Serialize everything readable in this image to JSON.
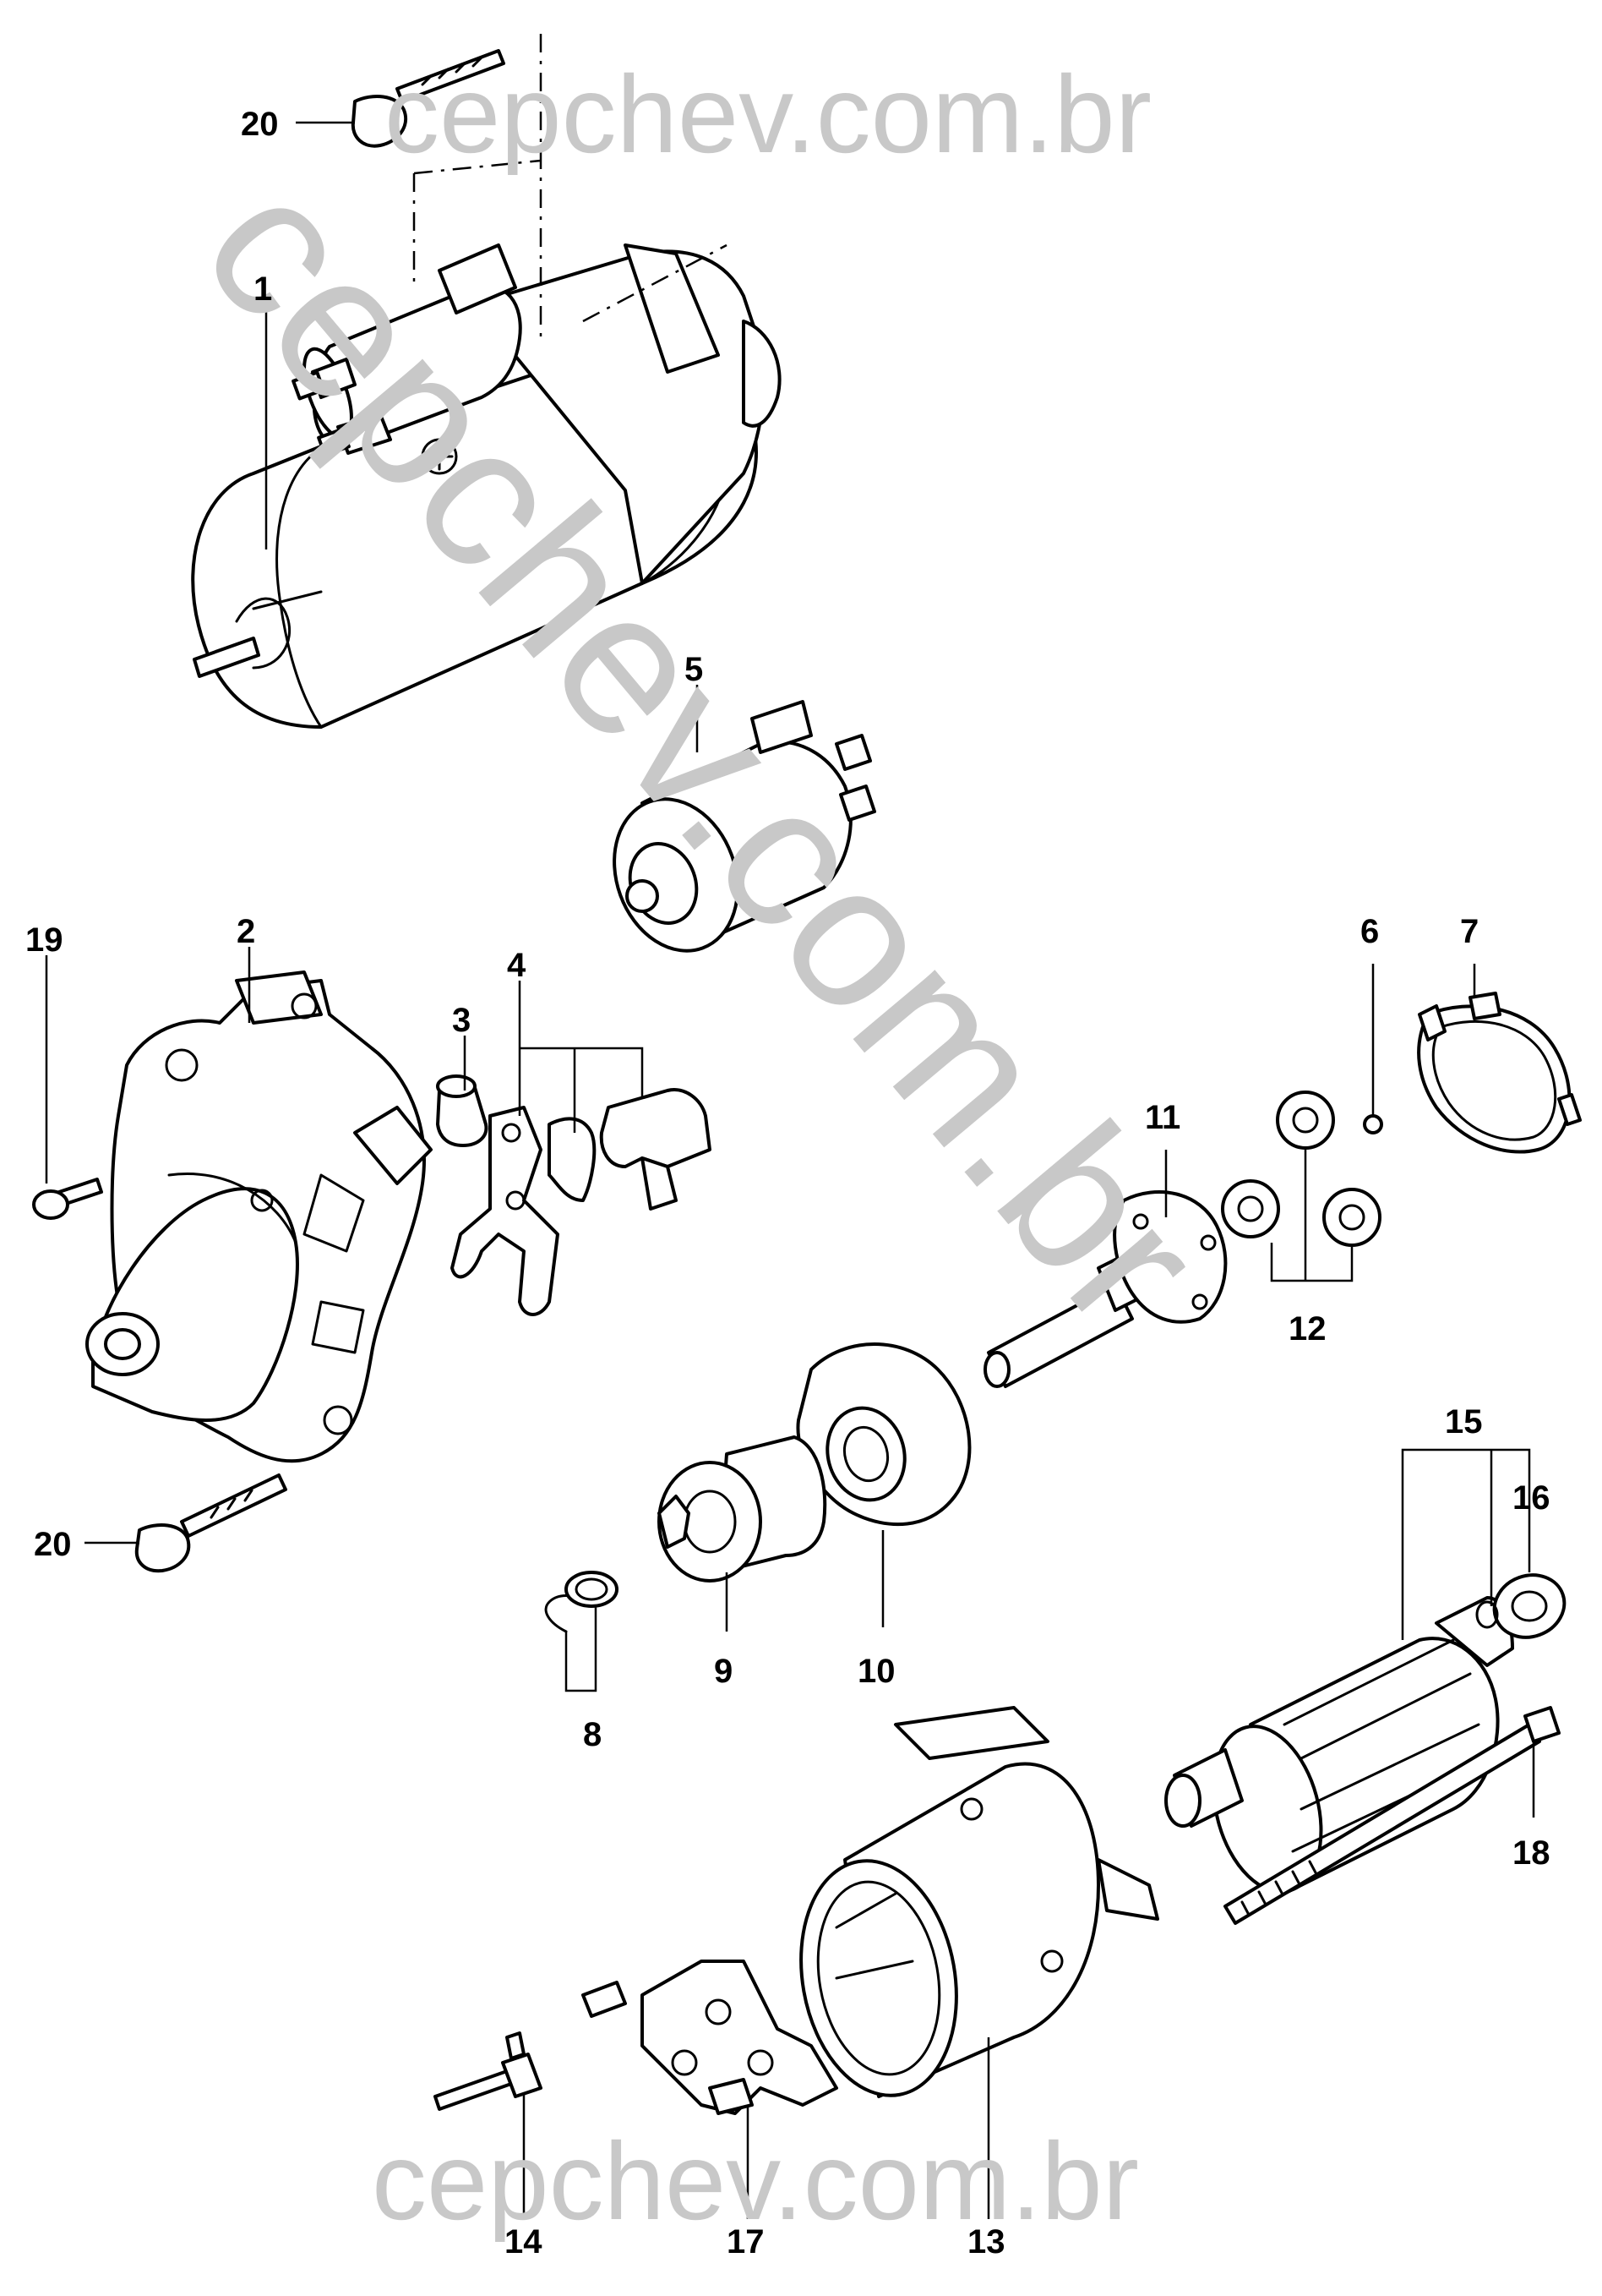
{
  "watermark": {
    "top": "cepchev.com.br",
    "diagonal": "cepchev.com.br",
    "bottom": "cepchev.com.br",
    "color": "#c8c8c8"
  },
  "callouts": {
    "c1": "1",
    "c2": "2",
    "c3": "3",
    "c4": "4",
    "c5": "5",
    "c6": "6",
    "c7": "7",
    "c8": "8",
    "c9": "9",
    "c10": "10",
    "c11": "11",
    "c12": "12",
    "c13": "13",
    "c14": "14",
    "c15": "15",
    "c16": "16",
    "c17": "17",
    "c18": "18",
    "c19": "19",
    "c20_top": "20",
    "c20_bottom": "20"
  },
  "parts": {
    "starter_assembly": "starter-motor",
    "solenoid": "solenoid-switch",
    "drive_end_housing": "drive-end-housing",
    "shift_lever": "shift-lever",
    "pinion": "pinion-drive",
    "armature": "armature",
    "yoke": "field-yoke",
    "brush_holder": "brush-holder"
  }
}
